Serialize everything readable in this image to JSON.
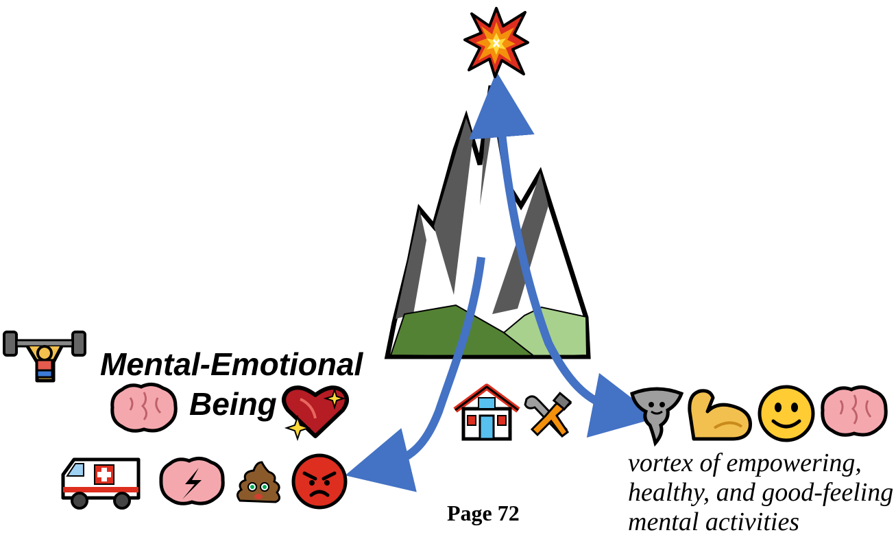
{
  "title": {
    "line1": "Mental-Emotional",
    "line2": "Being"
  },
  "caption": {
    "line1": "vortex of empowering,",
    "line2": "healthy, and good-feeling",
    "line3": "mental activities"
  },
  "page_label": "Page 72",
  "icons": {
    "top": "explosion-icon",
    "left_header": [
      "weightlifter-icon",
      "brain-icon",
      "sparkling-heart-icon"
    ],
    "left_row": [
      "ambulance-icon",
      "brain-lightning-icon",
      "pile-of-poo-icon",
      "angry-face-icon"
    ],
    "bottom_center": [
      "house-icon",
      "hammer-wrench-icon"
    ],
    "right_row": [
      "tornado-icon",
      "flexed-biceps-icon",
      "smiling-face-icon",
      "brain-icon"
    ]
  },
  "colors": {
    "arrow": "#4472C4",
    "mountain_dark": "#595959",
    "mountain_light": "#ffffff",
    "hill_dark_green": "#548235",
    "hill_light_green": "#A9D18E"
  }
}
